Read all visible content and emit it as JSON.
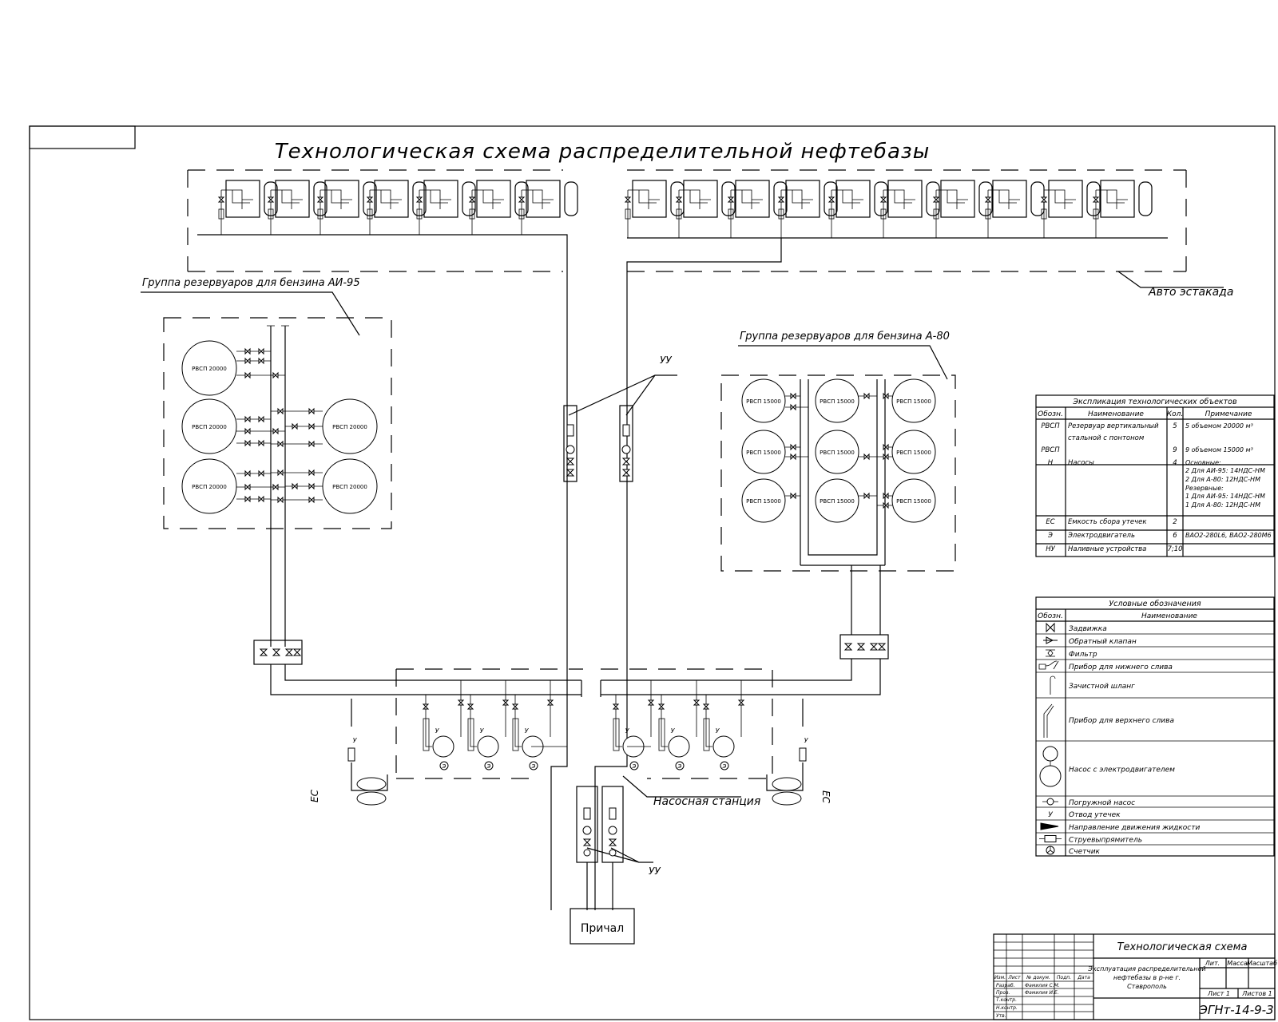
{
  "title": "Технологическая схема распределительной нефтебазы",
  "labels": {
    "avto_estakada": "Авто эстакада",
    "group_ai95": "Группа резервуаров для бензина АИ-95",
    "group_a80": "Группа резервуаров для бензина А-80",
    "uu": "УУ",
    "nasosnaya": "Насосная станция",
    "prichal": "Причал",
    "es": "ЕС",
    "u": "У",
    "e": "Э"
  },
  "tanks_ai95": [
    "РВСП 20000",
    "РВСП 20000",
    "РВСП 20000",
    "РВСП 20000",
    "РВСП 20000"
  ],
  "tanks_a80": [
    "РВСП 15000",
    "РВСП 15000",
    "РВСП 15000",
    "РВСП 15000",
    "РВСП 15000",
    "РВСП 15000",
    "РВСП 15000",
    "РВСП 15000",
    "РВСП 15000"
  ],
  "explication": {
    "title": "Экспликация технологических объектов",
    "headers": [
      "Обозн.",
      "Наименование",
      "Кол.",
      "Примечание"
    ],
    "rows": [
      {
        "code": "РВСП",
        "name": "Резервуар вертикальный",
        "qty": "5",
        "note": "5 объемом 20000 м³"
      },
      {
        "code": "",
        "name": "стальной с понтоном",
        "qty": "",
        "note": ""
      },
      {
        "code": "РВСП",
        "name": "",
        "qty": "9",
        "note": "9 объемом 15000 м³"
      },
      {
        "code": "Н",
        "name": "Насосы",
        "qty": "4",
        "note": "Основные:"
      },
      {
        "code": "",
        "name": "",
        "qty": "",
        "note": "2 Для АИ-95: 14НДС-НМ"
      },
      {
        "code": "",
        "name": "",
        "qty": "",
        "note": "2 Для А-80: 12НДС-НМ"
      },
      {
        "code": "",
        "name": "",
        "qty": "",
        "note": "Резервные:"
      },
      {
        "code": "",
        "name": "",
        "qty": "",
        "note": "1 Для АИ-95: 14НДС-НМ"
      },
      {
        "code": "",
        "name": "",
        "qty": "",
        "note": "1 Для А-80: 12НДС-НМ"
      },
      {
        "code": "ЕС",
        "name": "Емкость сбора утечек",
        "qty": "2",
        "note": ""
      },
      {
        "code": "Э",
        "name": "Электродвигатель",
        "qty": "6",
        "note": "ВАО2-280L6, ВАО2-280М6"
      },
      {
        "code": "НУ",
        "name": "Наливные устройства",
        "qty": "7;10",
        "note": ""
      }
    ]
  },
  "legend": {
    "title": "Условные обозначения",
    "headers": [
      "Обозн.",
      "Наименование"
    ],
    "items": [
      {
        "symbol": "gate-valve",
        "name": "Задвижка"
      },
      {
        "symbol": "check-valve",
        "name": "Обратный клапан"
      },
      {
        "symbol": "filter",
        "name": "Фильтр"
      },
      {
        "symbol": "bottom-drain-device",
        "name": "Прибор для нижнего слива"
      },
      {
        "symbol": "stripping-hose",
        "name": "Зачистной шланг"
      },
      {
        "symbol": "top-drain-device",
        "name": "Прибор для верхнего слива"
      },
      {
        "symbol": "pump-with-motor",
        "name": "Насос с электродвигателем"
      },
      {
        "symbol": "submersible-pump",
        "name": "Погружной насос"
      },
      {
        "symbol": "leak-drain",
        "symbol_text": "У",
        "name": "Отвод утечек"
      },
      {
        "symbol": "flow-direction",
        "name": "Направление движения жидкости"
      },
      {
        "symbol": "flow-straightener",
        "name": "Струевыпрямитель"
      },
      {
        "symbol": "meter",
        "name": "Счетчик"
      }
    ]
  },
  "title_block": {
    "name": "Технологическая схема",
    "description": [
      "Эксплуатация распределительной",
      "нефтебазы в р-не г.",
      "Ставрополь"
    ],
    "col_headers": [
      "Лит.",
      "Масса",
      "Масштаб"
    ],
    "sheet": "Лист 1",
    "sheets": "Листов 1",
    "code": "ЭГНт-14-9-3",
    "sign_headers": [
      "Изм.",
      "Лист",
      "№ докум.",
      "Подп.",
      "Дата"
    ],
    "roles": [
      {
        "role": "Разраб.",
        "person": "Фамилия С.М."
      },
      {
        "role": "Пров.",
        "person": "Фамилия И.Е."
      },
      {
        "role": "Т.контр.",
        "person": ""
      },
      {
        "role": "Н.контр.",
        "person": ""
      },
      {
        "role": "Утв.",
        "person": ""
      }
    ]
  }
}
